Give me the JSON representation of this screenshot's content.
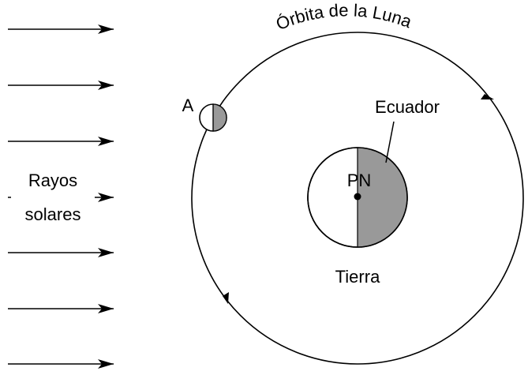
{
  "diagram": {
    "sun_rays_label_line1": "Rayos",
    "sun_rays_label_line2": "solares",
    "orbit_label": "Órbita de la Luna",
    "moon_label": "A",
    "equator_label": "Ecuador",
    "north_pole_label": "PN",
    "earth_label": "Tierra",
    "colors": {
      "line": "#000000",
      "shadow": "#999999",
      "background": "#ffffff"
    }
  }
}
